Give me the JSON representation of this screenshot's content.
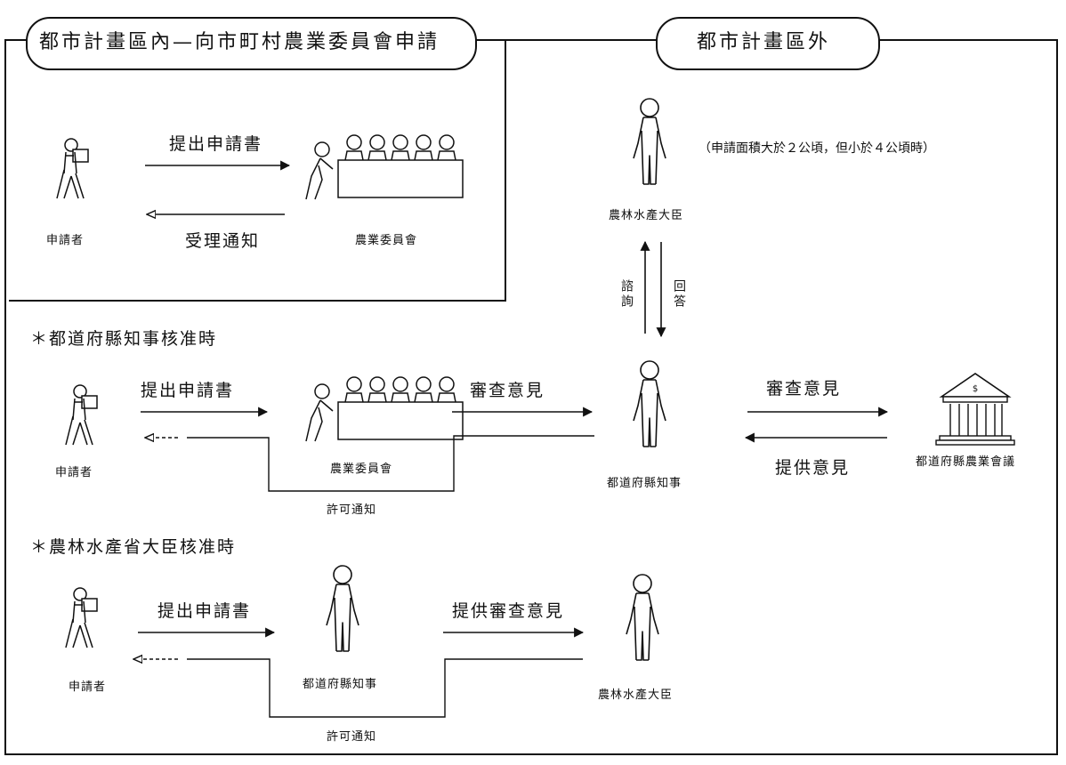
{
  "headers": {
    "inside": "都市計畫區內—向市町村農業委員會申請",
    "outside": "都市計畫區外"
  },
  "top_flow": {
    "submit": "提出申請書",
    "receipt": "受理通知",
    "applicant": "申請者",
    "committee": "農業委員會"
  },
  "minister_top": {
    "name": "農林水產大臣",
    "note": "（申請面積大於２公頃，但小於４公頃時）",
    "consult": "諮詢",
    "answer": "回答"
  },
  "section_governor": {
    "title": "＊都道府縣知事核准時",
    "submit": "提出申請書",
    "review": "審查意見",
    "review2": "審查意見",
    "provide": "提供意見",
    "permit": "許可通知",
    "applicant": "申請者",
    "committee": "農業委員會",
    "governor": "都道府縣知事",
    "council": "都道府縣農業會議"
  },
  "section_minister": {
    "title": "＊農林水產省大臣核准時",
    "submit": "提出申請書",
    "provide_review": "提供審查意見",
    "permit": "許可通知",
    "applicant": "申請者",
    "governor": "都道府縣知事",
    "minister": "農林水產大臣"
  }
}
